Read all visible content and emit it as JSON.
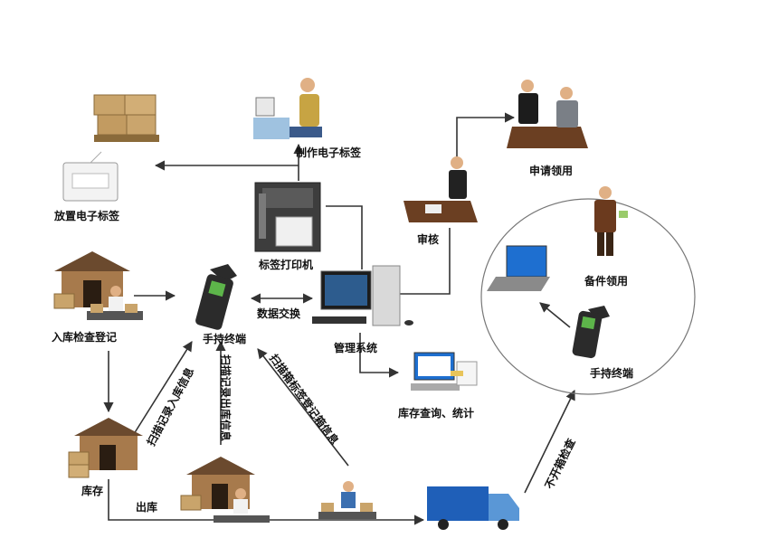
{
  "nodes": {
    "make_label": "制作电子标签",
    "apply_pickup": "申请领用",
    "place_label": "放置电子标签",
    "label_printer": "标签打印机",
    "review": "审核",
    "spare_pickup": "备件领用",
    "inbound_check": "入库检查登记",
    "handheld_center": "手持终端",
    "data_exchange": "数据交换",
    "mgmt_system": "管理系统",
    "handheld_right": "手持终端",
    "inventory_query": "库存查询、统计",
    "stock": "库存",
    "outbound": "出库"
  },
  "edge_labels": {
    "scan_record_inbound": "扫描记录入库信息",
    "scan_record_outbound": "扫描记录出库信息",
    "scan_box_record": "扫描箱标签登记箱信息",
    "no_open_box": "不开箱检查"
  },
  "colors": {
    "line": "#333333",
    "house_roof": "#6b4a2e",
    "house_wall": "#a77a4c",
    "box": "#c9a46b",
    "truck_blue": "#1f5fb8",
    "screen_blue": "#1e6fd0",
    "device_dark": "#2b2b2b"
  }
}
